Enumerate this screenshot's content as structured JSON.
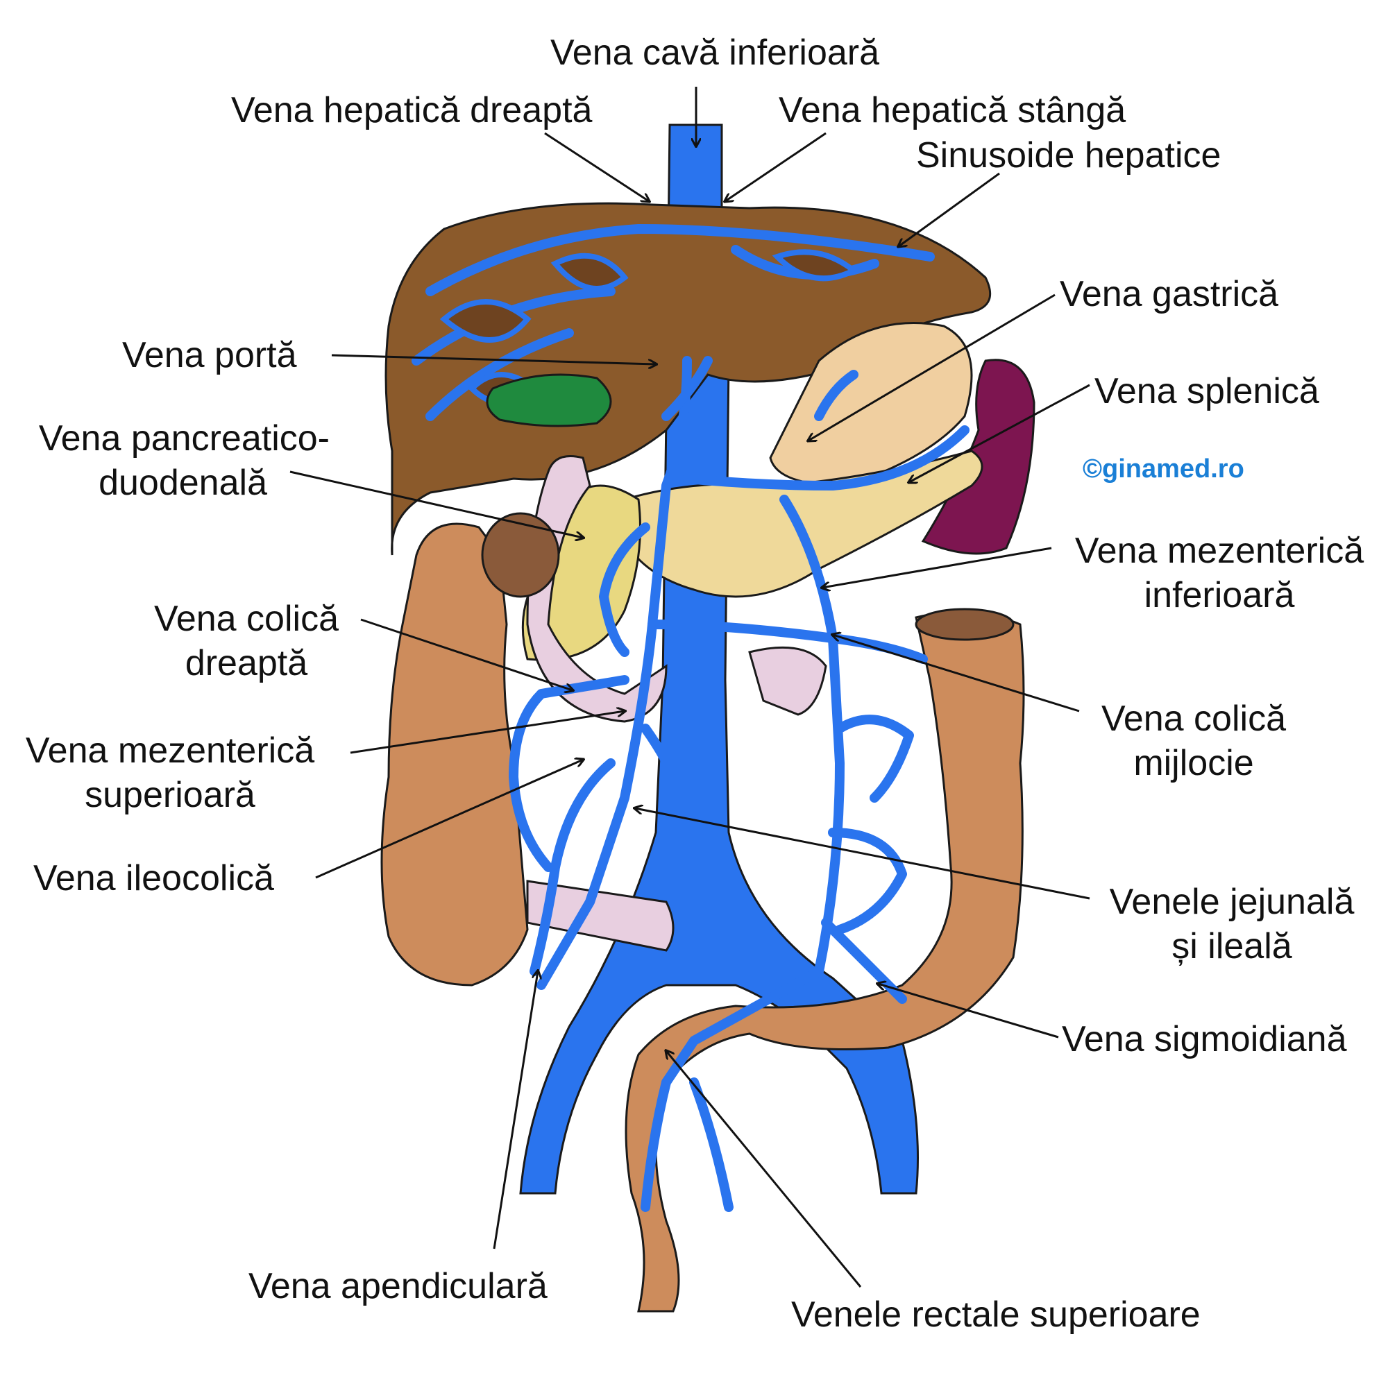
{
  "labels": {
    "vena_cava_inferioara": "Vena cavă inferioară",
    "vena_hepatica_dreapta": "Vena hepatică dreaptă",
    "vena_hepatica_stanga": "Vena hepatică stângă",
    "sinusoide_hepatice": "Sinusoide hepatice",
    "vena_gastrica": "Vena gastrică",
    "vena_porta": "Vena portă",
    "vena_splenica": "Vena splenică",
    "vena_pancreatico_duodenala": [
      "Vena pancreatico-",
      "duodenală"
    ],
    "vena_mezenterica_inferioara": [
      "Vena mezenterică",
      "inferioară"
    ],
    "vena_colica_dreapta": [
      "Vena colică",
      "dreaptă"
    ],
    "vena_colica_mijlocie": [
      "Vena colică",
      "mijlocie"
    ],
    "vena_mezenterica_superioara": [
      "Vena mezenterică",
      "superioară"
    ],
    "vena_ileocolica": "Vena ileocolică",
    "venele_jejunala_ileala": [
      "Venele jejunală",
      "și ileală"
    ],
    "vena_sigmoidiana": "Vena sigmoidiană",
    "vena_apendiculara": "Vena apendiculară",
    "venele_rectale_superioare": "Venele rectale superioare"
  },
  "credit": "©ginamed.ro",
  "colors": {
    "vein": "#2a74ee",
    "vein_dark": "#1c56c2",
    "liver": "#8b5a2b",
    "liver_dark": "#6e4320",
    "stomach": "#f0cfa0",
    "pancreas": "#efd99a",
    "spleen": "#7d1550",
    "gallbladder": "#1f8a3e",
    "colon": "#cd8c5c",
    "small_intestine": "#e8cfe0",
    "duodenum": "#e8d880",
    "outline": "#1a1a1a",
    "credit": "#1a7fd6"
  }
}
